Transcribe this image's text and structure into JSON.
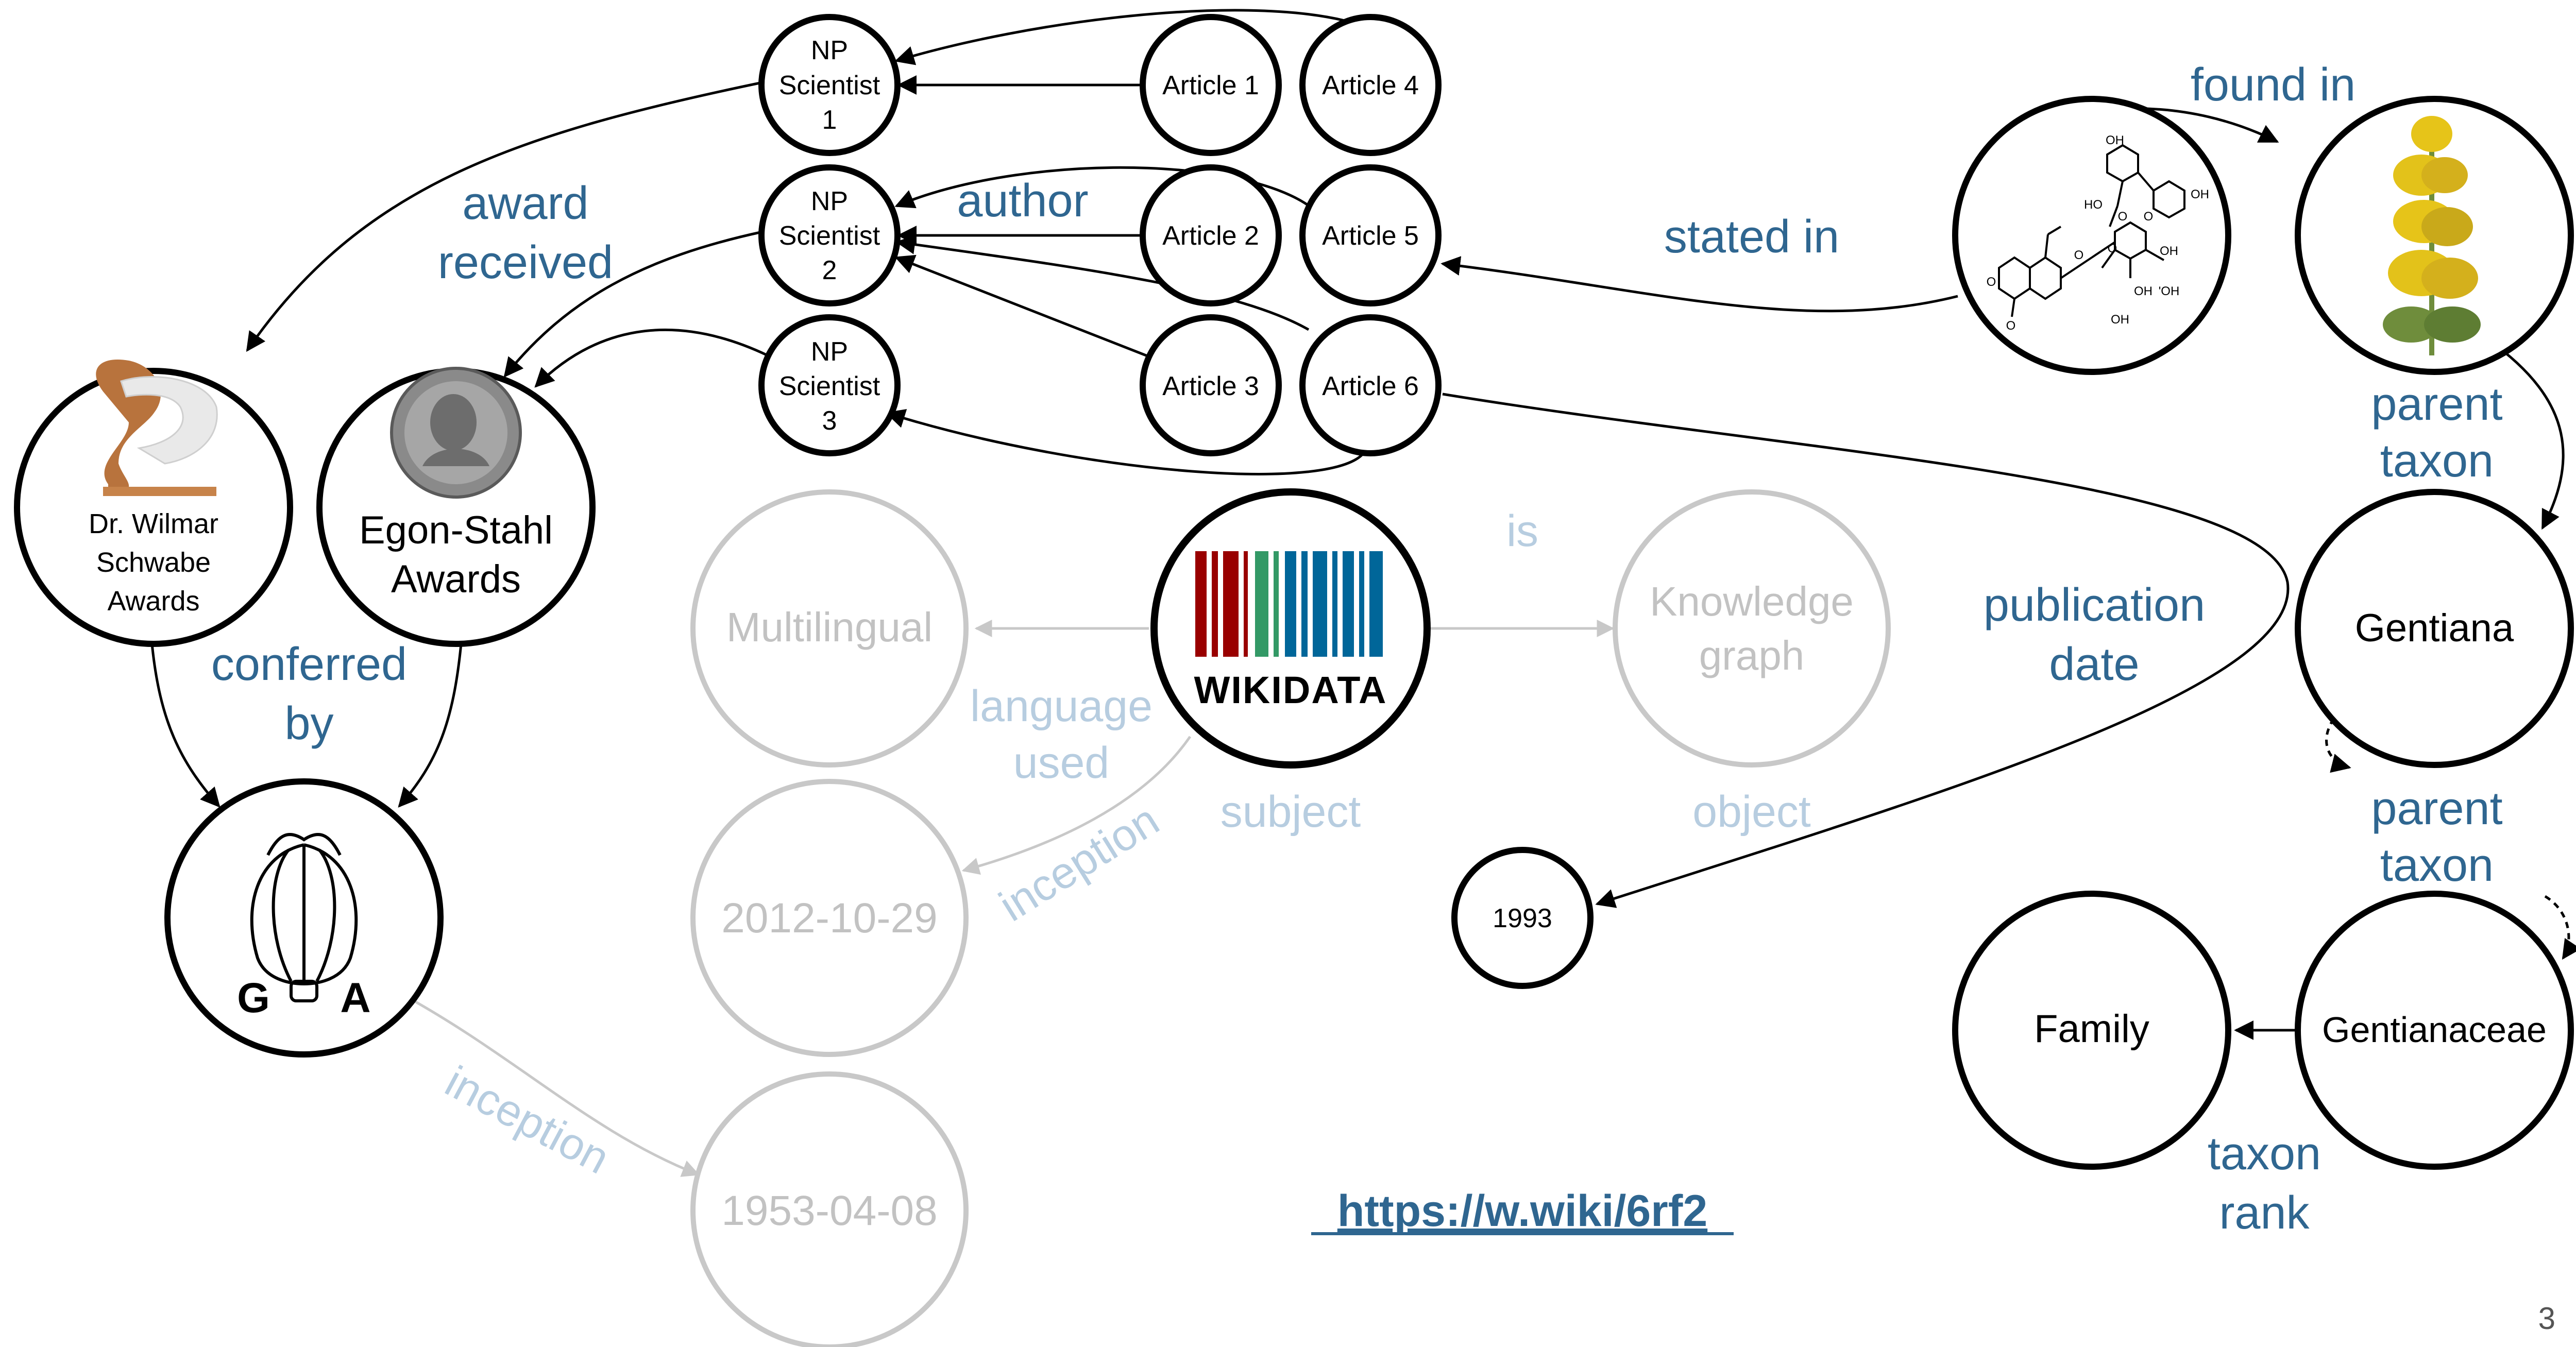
{
  "colors": {
    "property_blue": "#2f6690",
    "faded_property": "#b7cde0",
    "faded_node": "#c2c2c2",
    "wikidata_red": "#990000",
    "wikidata_green": "#339966",
    "wikidata_blue": "#006699"
  },
  "nodes": {
    "np_scientist_1": [
      "NP",
      "Scientist",
      "1"
    ],
    "np_scientist_2": [
      "NP",
      "Scientist",
      "2"
    ],
    "np_scientist_3": [
      "NP",
      "Scientist",
      "3"
    ],
    "article_1": "Article 1",
    "article_2": "Article 2",
    "article_3": "Article 3",
    "article_4": "Article 4",
    "article_5": "Article 5",
    "article_6": "Article 6",
    "wilmar_schwabe_awards": [
      "Dr. Wilmar",
      "Schwabe",
      "Awards"
    ],
    "egon_stahl_awards": [
      "Egon-Stahl",
      "Awards"
    ],
    "ga_logo": {
      "left": "G",
      "right": "A"
    },
    "multilingual": "Multilingual",
    "knowledge_graph": [
      "Knowledge",
      "graph"
    ],
    "date_2012": "2012-10-29",
    "date_1953": "1953-04-08",
    "year_1993": "1993",
    "wikidata_logo": "WIKIDATA",
    "gentiana": "Gentiana",
    "gentianaceae": "Gentianaceae",
    "family": "Family"
  },
  "molecule_labels": [
    "OH",
    "HO",
    "OH",
    "O",
    "O",
    "O",
    "O",
    "O",
    "O",
    "OH",
    "'OH",
    "OH",
    "OH"
  ],
  "properties": {
    "award_received": [
      "award",
      "received"
    ],
    "author": "author",
    "conferred_by": [
      "conferred",
      "by"
    ],
    "stated_in": "stated in",
    "found_in": "found in",
    "parent_taxon_1": [
      "parent",
      "taxon"
    ],
    "parent_taxon_2": [
      "parent",
      "taxon"
    ],
    "publication_date": [
      "publication",
      "date"
    ],
    "taxon_rank": [
      "taxon",
      "rank"
    ],
    "is": "is",
    "language_used": [
      "language",
      "used"
    ],
    "subject": "subject",
    "object": "object",
    "inception_wikidata": "inception",
    "inception_ga": "inception"
  },
  "link": "https://w.wiki/6rf2",
  "page_number": "3"
}
